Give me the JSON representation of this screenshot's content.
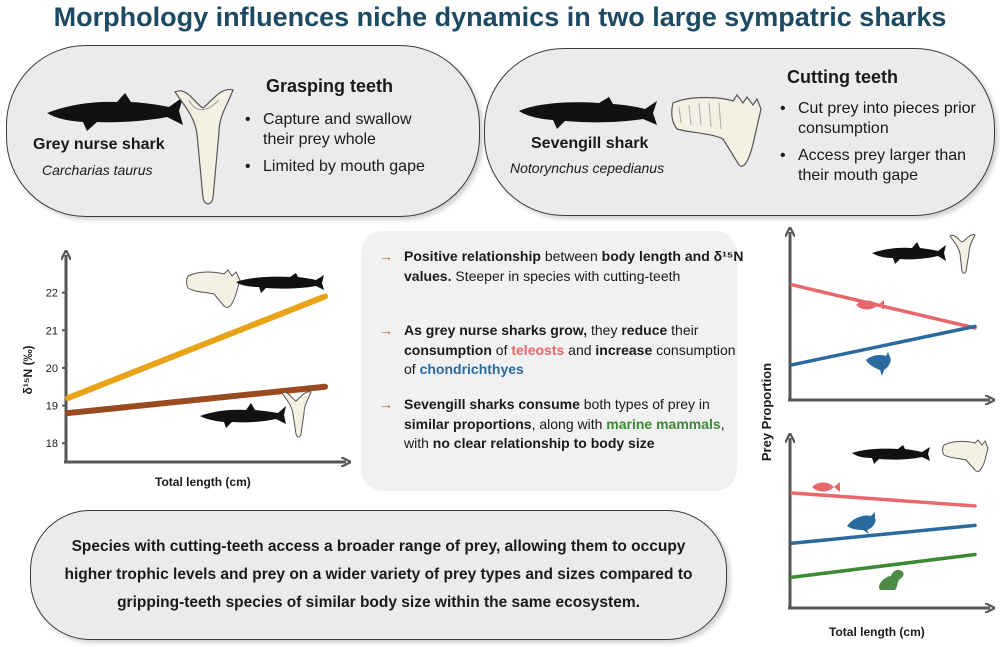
{
  "title": "Morphology influences niche dynamics in two large sympatric sharks",
  "left_panel": {
    "shark_name": "Grey nurse shark",
    "scientific_name": "Carcharias taurus",
    "teeth_title": "Grasping teeth",
    "bullets": [
      "Capture and swallow their prey whole",
      "Limited by mouth gape"
    ]
  },
  "right_panel": {
    "shark_name": "Sevengill shark",
    "scientific_name": "Notorynchus cepedianus",
    "teeth_title": "Cutting teeth",
    "bullets": [
      "Cut prey into pieces prior consumption",
      "Access prey larger than their mouth gape"
    ]
  },
  "findings": {
    "f1": {
      "a": "Positive relationship",
      "b": " between ",
      "c": "body length and δ¹⁵N values.",
      "d": " Steeper in species with cutting-teeth"
    },
    "f2": {
      "a": "As grey nurse sharks grow,",
      "b": " they ",
      "c": "reduce",
      "d": " their ",
      "e": "consumption",
      "f": " of ",
      "g": "teleosts",
      "h": " and ",
      "i": "increase",
      "j": " consumption of ",
      "k": "chondrichthyes"
    },
    "f3": {
      "a": "Sevengill sharks consume",
      "b": " both types of prey in ",
      "c": "similar proportions",
      "d": ", along with ",
      "e": "marine mammals",
      "f": ", with ",
      "g": "no clear relationship to body size"
    }
  },
  "conclusion": "Species with cutting-teeth access a broader range of prey, allowing them to occupy higher trophic levels and prey on a wider variety of prey types and sizes compared to gripping-teeth species of similar body size within the same ecosystem.",
  "colors": {
    "orange": "#e8a317",
    "brown": "#9a4a1f",
    "red": "#e8676b",
    "blue": "#2a6a9e",
    "green": "#3d8a35"
  },
  "chart_data": [
    {
      "type": "line",
      "xlabel": "Total length (cm)",
      "ylabel": "δ¹⁵N (‰)",
      "ylim": [
        17.5,
        23
      ],
      "yticks": [
        18,
        19,
        20,
        21,
        22
      ],
      "series": [
        {
          "color": "#e8a317",
          "y_start": 19.2,
          "y_end": 21.9
        },
        {
          "color": "#9a4a1f",
          "y_start": 18.8,
          "y_end": 19.5
        }
      ]
    },
    {
      "type": "line",
      "ylabel": "Prey Proportion",
      "series": [
        {
          "color": "#e8676b",
          "icon": "fish-icon",
          "y_start": 0.72,
          "y_end": 0.45
        },
        {
          "color": "#2a6a9e",
          "icon": "shark-icon",
          "y_start": 0.22,
          "y_end": 0.46
        }
      ]
    },
    {
      "type": "line",
      "xlabel": "Total length (cm)",
      "series": [
        {
          "color": "#e8676b",
          "icon": "fish-icon",
          "y_start": 0.71,
          "y_end": 0.63
        },
        {
          "color": "#2a6a9e",
          "icon": "dolphin-icon",
          "y_start": 0.4,
          "y_end": 0.51
        },
        {
          "color": "#3d8a35",
          "icon": "seal-icon",
          "y_start": 0.19,
          "y_end": 0.33
        }
      ]
    }
  ]
}
